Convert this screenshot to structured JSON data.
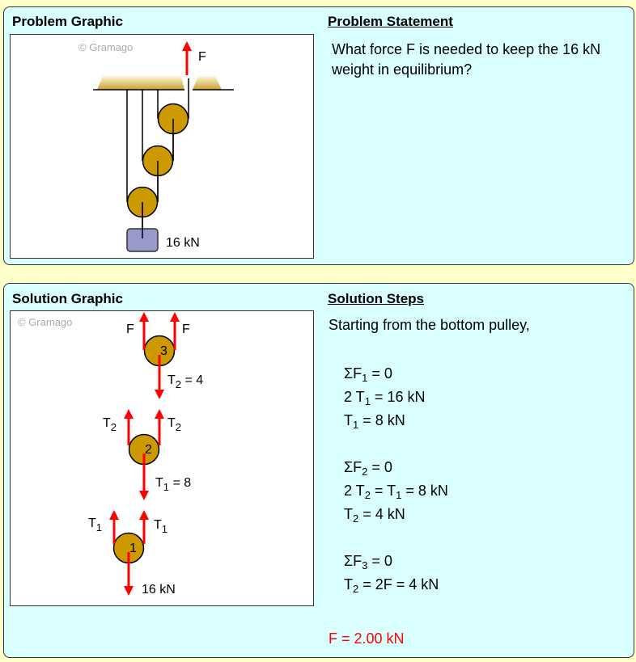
{
  "problem": {
    "graphic_title": "Problem Graphic",
    "statement_title": "Problem Statement",
    "statement": "What force F is needed to keep the 16 kN weight in equilibrium?",
    "watermark": "© Gramago",
    "force_label": "F",
    "weight_label": "16 kN"
  },
  "solution": {
    "graphic_title": "Solution Graphic",
    "steps_title": "Solution Steps",
    "watermark": "© Gramago",
    "intro": "Starting from the bottom pulley,",
    "pulley_labels": [
      "1",
      "2",
      "3"
    ],
    "graphic_labels": {
      "F": "F",
      "T": "T",
      "sub1": "1",
      "sub2": "2",
      "t2_eq": " = 4",
      "t1_eq": " = 8",
      "load": "16 kN"
    },
    "steps": [
      {
        "a": "ΣF",
        "s": "1",
        "b": " = 0"
      },
      {
        "a": "2 T",
        "s": "1",
        "b": " = 16 kN"
      },
      {
        "a": "T",
        "s": "1",
        "b": " = 8 kN"
      },
      {
        "a": "ΣF",
        "s": "2",
        "b": " = 0"
      },
      {
        "a": "2 T",
        "s": "2",
        "b": " = T",
        "s2": "1",
        "c": " = 8 kN"
      },
      {
        "a": "T",
        "s": "2",
        "b": " = 4 kN"
      },
      {
        "a": "ΣF",
        "s": "3",
        "b": " = 0"
      },
      {
        "a": "T",
        "s": "2",
        "b": " = 2F = 4 kN"
      }
    ],
    "answer": "F = 2.00 kN"
  },
  "colors": {
    "arrow": "#ff0000",
    "pulley": "#cc9900",
    "weight": "#9999cc",
    "answer": "#ff0000"
  }
}
